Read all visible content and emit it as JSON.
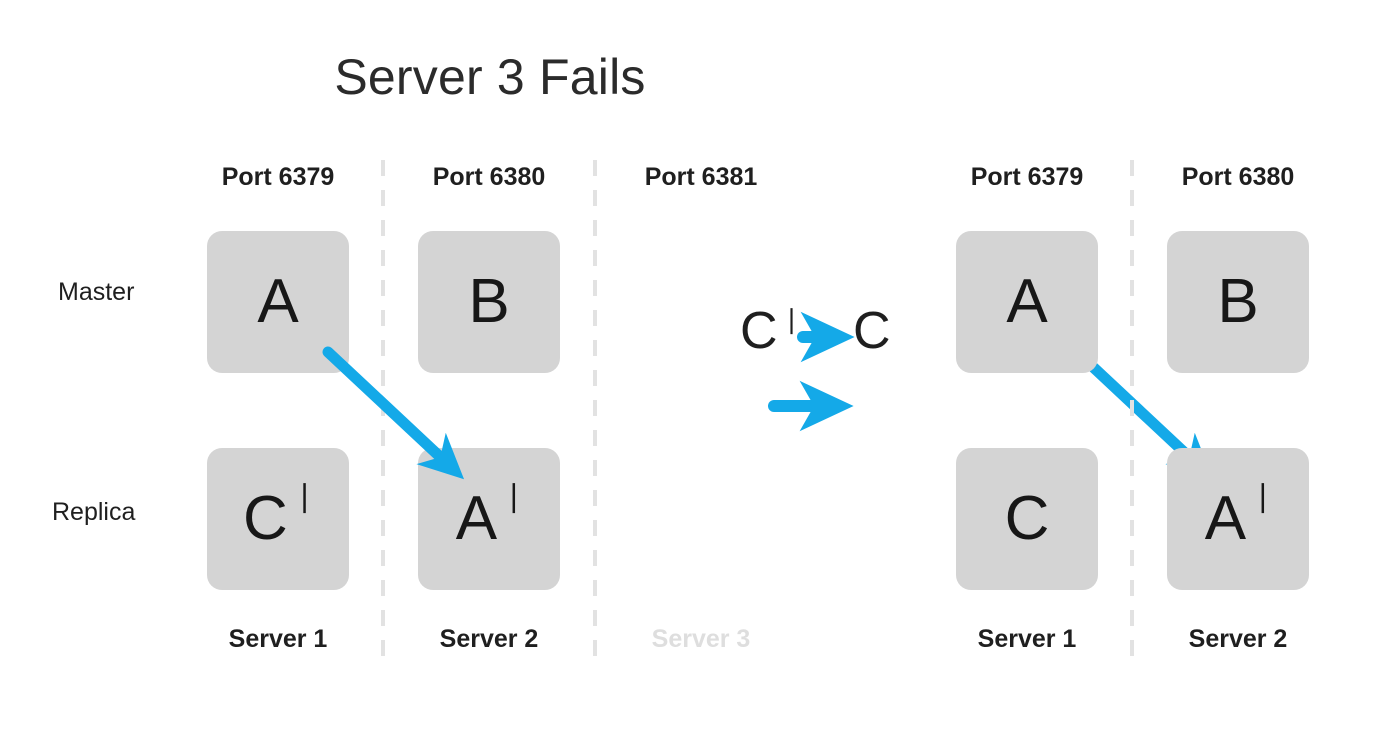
{
  "title": "Server 3 Fails",
  "colors": {
    "arrow": "#14a9e8",
    "node_fill": "#d4d4d4",
    "text": "#1f1f1f",
    "failed_text": "#dedede",
    "divider": "#e2e2e2",
    "background": "#ffffff"
  },
  "rows": {
    "master_label": "Master",
    "replica_label": "Replica"
  },
  "left_group": {
    "ports": [
      "Port 6379",
      "Port 6380",
      "Port 6381"
    ],
    "servers": [
      "Server 1",
      "Server 2",
      "Server 3"
    ],
    "server_failed": [
      false,
      false,
      true
    ],
    "master_nodes": [
      {
        "letter": "A",
        "prime": "❘"
      },
      {
        "letter": "B",
        "prime": ""
      },
      {
        "letter": "",
        "prime": ""
      }
    ],
    "replica_nodes": [
      {
        "letter": "C",
        "prime": "❘"
      },
      {
        "letter": "A",
        "prime": "❘"
      },
      {
        "letter": "",
        "prime": ""
      }
    ],
    "master_nodes_visible": [
      true,
      true,
      false
    ],
    "replica_nodes_visible": [
      true,
      true,
      false
    ],
    "promotion_arrow": {
      "from": "master-A",
      "to": "replica-A-prime",
      "label": ""
    }
  },
  "middle": {
    "transition_from": "C",
    "transition_from_prime": "❘",
    "transition_to": "C",
    "transition_to_prime": "",
    "has_second_arrow": true
  },
  "right_group": {
    "ports": [
      "Port 6379",
      "Port 6380"
    ],
    "servers": [
      "Server 1",
      "Server 2"
    ],
    "server_failed": [
      false,
      false
    ],
    "master_nodes": [
      {
        "letter": "A",
        "prime": ""
      },
      {
        "letter": "B",
        "prime": ""
      }
    ],
    "replica_nodes": [
      {
        "letter": "C",
        "prime": ""
      },
      {
        "letter": "A",
        "prime": "❘"
      }
    ],
    "promotion_arrow": {
      "from": "master-A",
      "to": "replica-A-prime",
      "label": ""
    }
  }
}
